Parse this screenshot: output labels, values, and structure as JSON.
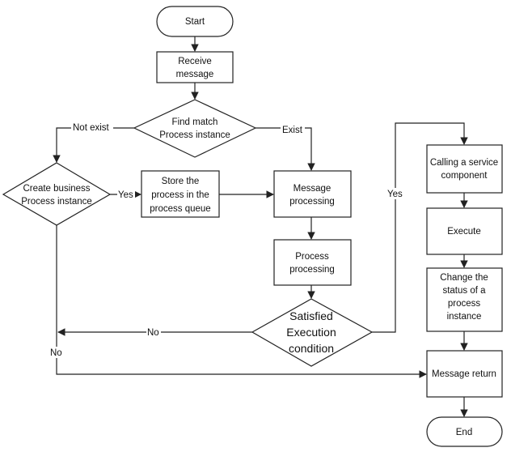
{
  "nodes": {
    "start": "Start",
    "receive": [
      "Receive",
      "message"
    ],
    "find_match": [
      "Find match",
      "Process instance"
    ],
    "create_business": [
      "Create business",
      "Process instance"
    ],
    "store": [
      "Store the",
      "process in the",
      "process queue"
    ],
    "message_processing": [
      "Message",
      "processing"
    ],
    "process_processing": [
      "Process",
      "processing"
    ],
    "satisfied": [
      "Satisfied",
      "Execution",
      "condition"
    ],
    "calling_service": [
      "Calling a service",
      "component"
    ],
    "execute": "Execute",
    "change_status": [
      "Change the",
      "status of a",
      "process",
      "instance"
    ],
    "message_return": "Message return",
    "end": "End"
  },
  "edge_labels": {
    "not_exist": "Not exist",
    "exist": "Exist",
    "yes_store": "Yes",
    "yes_satisfied": "Yes",
    "no_satisfied": "No",
    "no_create": "No"
  },
  "colors": {
    "stroke": "#222222",
    "fill": "#ffffff",
    "text": "#111111"
  }
}
